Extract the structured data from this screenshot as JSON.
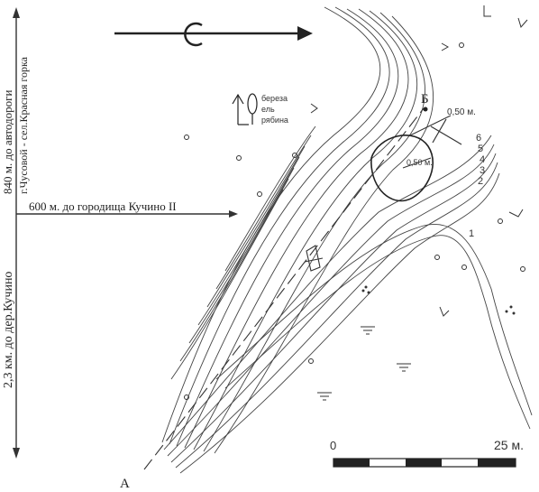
{
  "distances": {
    "road_line1": "840 м. до автодороги",
    "road_line2": "г.Чусовой - сел.Красная горка",
    "kuchino_village": "2,3 км. до дер.Кучино",
    "gorodishche": "600 м. до городища Кучино II"
  },
  "legend_trees": {
    "birch": "береза",
    "spruce": "ель",
    "rowan": "рябина"
  },
  "points": {
    "a": "А",
    "b": "Б"
  },
  "dimensions": {
    "top": "0,50 м.",
    "inner": "0,50 м."
  },
  "contour_numbers": [
    "6",
    "5",
    "4",
    "3",
    "2",
    "1"
  ],
  "scale_bar": {
    "start": "0",
    "end": "25 м.",
    "segments": 5
  }
}
